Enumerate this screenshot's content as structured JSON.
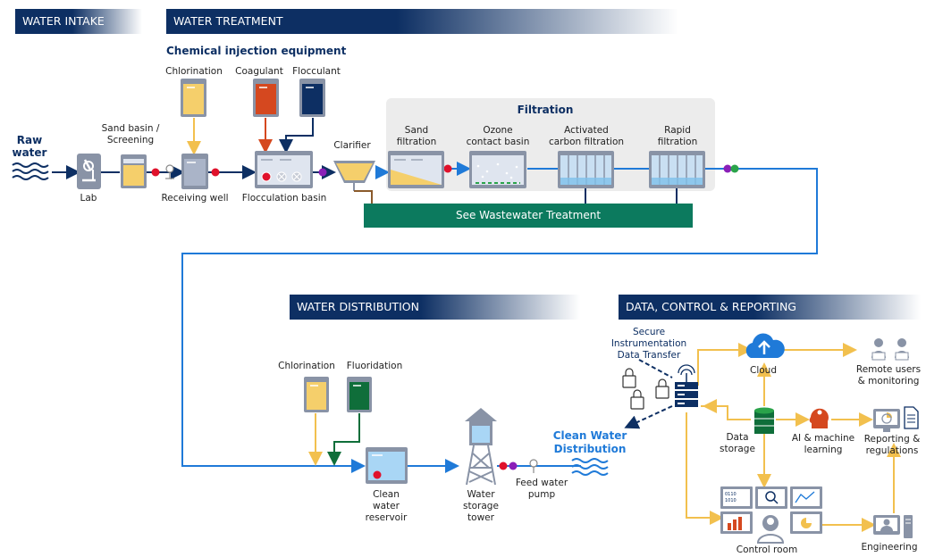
{
  "banners": {
    "water_intake": "WATER INTAKE",
    "water_treatment": "WATER TREATMENT",
    "water_distribution": "WATER DISTRIBUTION",
    "data_control": "DATA, CONTROL & REPORTING"
  },
  "intake": {
    "raw_water": "Raw\nwater",
    "lab": "Lab",
    "sand_basin": "Sand basin /\nScreening"
  },
  "treatment": {
    "chemical_title": "Chemical injection equipment",
    "chlorination": "Chlorination",
    "coagulant": "Coagulant",
    "flocculant": "Flocculant",
    "receiving_well": "Receiving well",
    "flocculation_basin": "Flocculation basin",
    "clarifier": "Clarifier",
    "filtration_title": "Filtration",
    "sand_filtration": "Sand\nfiltration",
    "ozone": "Ozone\ncontact basin",
    "activated_carbon": "Activated\ncarbon filtration",
    "rapid_filtration": "Rapid\nfiltration",
    "wastewater": "See Wastewater  Treatment"
  },
  "distribution": {
    "chlorination": "Chlorination",
    "fluoridation": "Fluoridation",
    "clean_reservoir": "Clean\nwater\nreservoir",
    "storage_tower": "Water\nstorage\ntower",
    "feed_pump": "Feed water\npump",
    "clean_distribution": "Clean Water\nDistribution"
  },
  "control": {
    "secure_transfer": "Secure\nInstrumentation\nData Transfer",
    "cloud": "Cloud",
    "remote_users": "Remote users\n& monitoring",
    "data_storage": "Data\nstorage",
    "ai_ml": "AI & machine\nlearning",
    "reporting": "Reporting &\nregulations",
    "control_room": "Control room",
    "engineering": "Engineering"
  },
  "colors": {
    "navy": "#0d2f63",
    "flow_blue": "#1f7ad8",
    "data_yellow": "#f2c04e",
    "waste_green": "#0c7a5e",
    "chlorine_yellow": "#f5cf6b",
    "coagulant_orange": "#d5481f",
    "fluoride_green": "#0f6e3a",
    "valve_red": "#e0112b",
    "valve_purple": "#8a1fb8"
  }
}
